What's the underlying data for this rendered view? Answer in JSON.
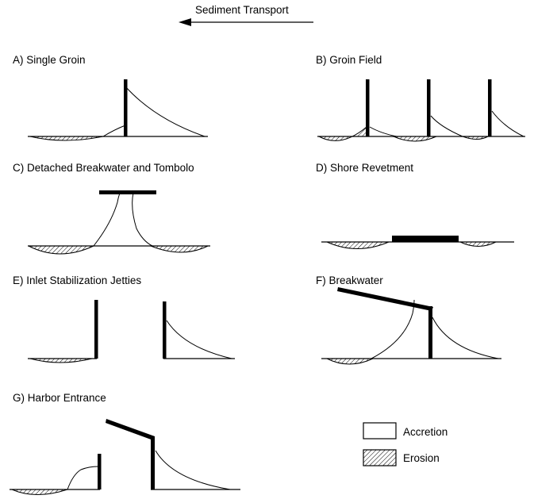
{
  "header": {
    "transport_label": "Sediment Transport"
  },
  "panels": {
    "a": {
      "title": "A) Single Groin"
    },
    "b": {
      "title": "B) Groin Field"
    },
    "c": {
      "title": "C) Detached Breakwater and Tombolo"
    },
    "d": {
      "title": "D) Shore Revetment"
    },
    "e": {
      "title": "E) Inlet Stabilization Jetties"
    },
    "f": {
      "title": "F) Breakwater"
    },
    "g": {
      "title": "G) Harbor Entrance"
    }
  },
  "legend": {
    "accretion_label": "Accretion",
    "erosion_label": "Erosion"
  }
}
